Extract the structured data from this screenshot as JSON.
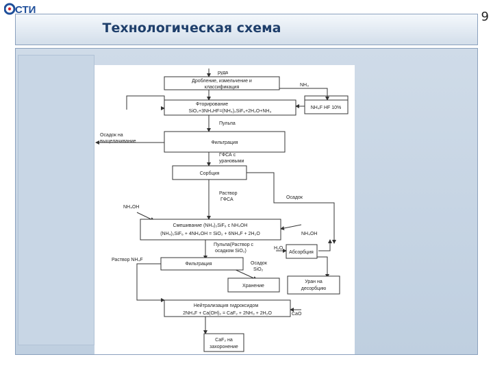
{
  "header": {
    "logo_text": "СТИ",
    "page_number": "9",
    "title": "Технологическая схема"
  },
  "diagram": {
    "labels": {
      "ore": "руда",
      "crushing_1": "Дробление, измельчение и",
      "crushing_2": "классификация",
      "nh3": "NH₃",
      "fluor_1": "Фторирование",
      "fluor_2": "SiO₂+3NH₄HF=(NH₄)₂SiF₆+2H₂O+NH₃",
      "nh4f_box": "NH₄F HF 10%",
      "pulp": "Пульпа",
      "residue_1": "Осадок на",
      "residue_2": "выщелачивание",
      "filtration1": "Фильтрация",
      "gfsa_1": "ГФСА с",
      "gfsa_2": "урановыми",
      "sorption": "Сорбция",
      "solution_1": "Раствор",
      "solution_2": "ГФСА",
      "precip": "Осадок",
      "nh4oh_left": "NH₄OH",
      "mix_1": "Смешивание (NH₄)₂SiF₆ с NH₄OH",
      "mix_2": "(NH₄)₂SiF₆ + 4NH₄OH = SiO₂ + 6NH₄F + 2H₂O",
      "nh4oh_right": "NH₄OH",
      "pulp_sol_1": "Пульпа(Раствор с",
      "pulp_sol_2": "осадком SiO₂)",
      "h2o": "H₂O",
      "absorption": "Абсорбция",
      "solution_nh4f": "Раствор NH₄F",
      "filtration2": "Фильтрация",
      "precip_sio2_1": "Осадок",
      "precip_sio2_2": "SiO₂",
      "storage": "Хранение",
      "uranium_1": "Уран на",
      "uranium_2": "десорбцию",
      "neutral_1": "Нейтрализация гидроксидом",
      "neutral_2": "2NH₄F + Ca(OH)₂ = CaF₂ + 2NH₃ + 2H₂O",
      "cao": "CaO",
      "caf2_1": "CaF₂ на",
      "caf2_2": "захоронение"
    }
  }
}
